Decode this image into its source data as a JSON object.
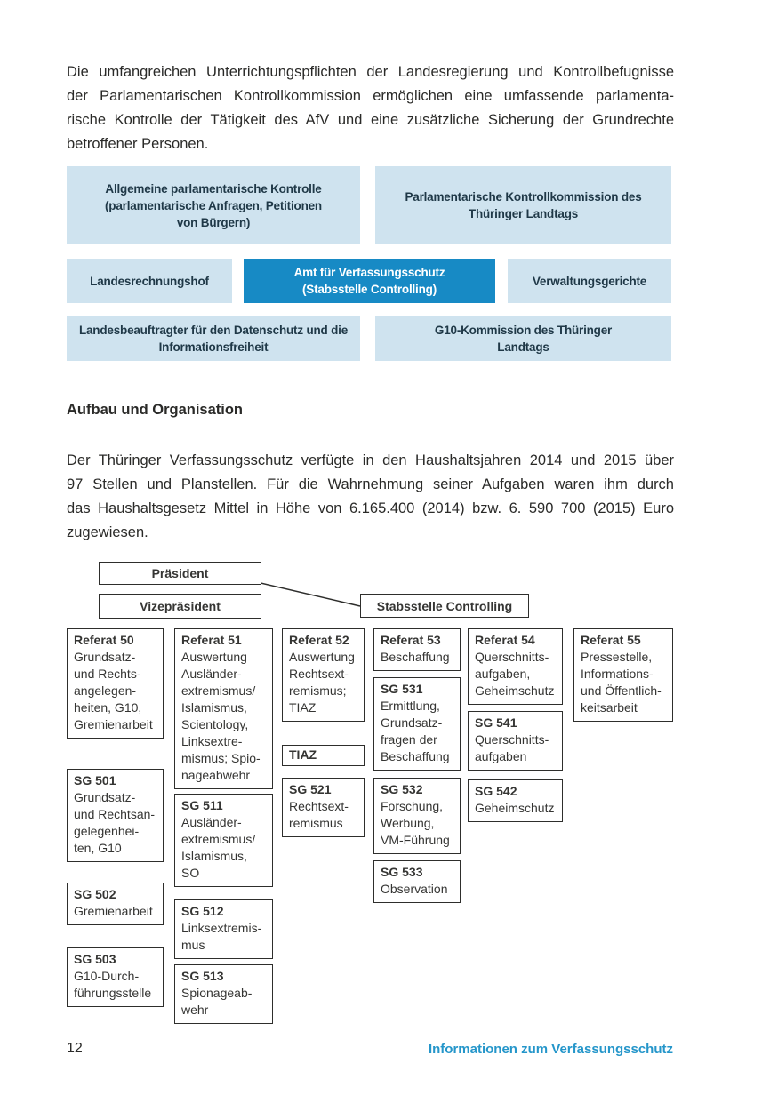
{
  "intro_paragraph": {
    "lines": [
      "Die umfangreichen Unterrichtungspflichten der Landesregierung und Kontrollbefugnisse",
      "der Parlamentarischen Kontrollkommission ermöglichen eine umfassende parlamenta-",
      "rische Kontrolle der Tätigkeit des AfV und eine zusätzliche Sicherung der Grundrechte",
      "betroffener Personen."
    ]
  },
  "control_diagram": {
    "allgemeine_kontrolle": [
      "Allgemeine parlamentarische Kontrolle",
      "(parlamentarische Anfragen, Petitionen",
      "von Bürgern)"
    ],
    "kontrollkommission": [
      "Parlamentarische Kontrollkommission des",
      "Thüringer Landtags"
    ],
    "landesrechnungshof": [
      "Landesrechnungshof"
    ],
    "amt_verfassungsschutz": [
      "Amt für Verfassungsschutz",
      "(Stabsstelle Controlling)"
    ],
    "verwaltungsgerichte": [
      "Verwaltungsgerichte"
    ],
    "datenschutzbeauftragter": [
      "Landesbeauftragter für den Datenschutz und die",
      "Informationsfreiheit"
    ],
    "g10_kommission": [
      "G10-Kommission des Thüringer",
      "Landtags"
    ]
  },
  "section": {
    "heading": "Aufbau und Organisation",
    "paragraph_lines": [
      "Der Thüringer Verfassungsschutz verfügte in den Haushaltsjahren 2014 und 2015 über",
      "97 Stellen und Planstellen. Für die Wahrnehmung seiner Aufgaben waren ihm durch",
      "das Haushaltsgesetz Mittel in Höhe von 6.165.400 (2014) bzw. 6. 590 700 (2015) Euro",
      "zugewiesen."
    ]
  },
  "org_chart": {
    "praesident": "Präsident",
    "vizepraesident": "Vizepräsident",
    "stabsstelle": "Stabsstelle Controlling",
    "referat50": {
      "title": "Referat 50",
      "lines": [
        "Grundsatz-",
        "und Rechts-",
        "angelegen-",
        "heiten, G10,",
        "Gremienarbeit"
      ]
    },
    "sg501": {
      "title": "SG 501",
      "lines": [
        "Grundsatz-",
        "und Rechtsan-",
        "gelegenhei-",
        "ten, G10"
      ]
    },
    "sg502": {
      "title": "SG 502",
      "lines": [
        "Gremienarbeit"
      ]
    },
    "sg503": {
      "title": "SG 503",
      "lines": [
        "G10-Durch-",
        "führungsstelle"
      ]
    },
    "referat51": {
      "title": "Referat 51",
      "lines": [
        "Auswertung",
        "Ausländer-",
        "extremismus/",
        "Islamismus,",
        "Scientology,",
        "Linksextre-",
        "mismus; Spio-",
        "nageabwehr"
      ]
    },
    "sg511": {
      "title": "SG 511",
      "lines": [
        "Ausländer-",
        "extremismus/",
        "Islamismus,",
        "SO"
      ]
    },
    "sg512": {
      "title": "SG 512",
      "lines": [
        "Linksextremis-",
        "mus"
      ]
    },
    "sg513": {
      "title": "SG 513",
      "lines": [
        "Spionageab-",
        "wehr"
      ]
    },
    "referat52": {
      "title": "Referat 52",
      "lines": [
        "Auswertung",
        "Rechtsext-",
        "remismus;",
        "TIAZ"
      ]
    },
    "tiaz": "TIAZ",
    "sg521": {
      "title": "SG 521",
      "lines": [
        "Rechtsext-",
        "remismus"
      ]
    },
    "referat53": {
      "title": "Referat 53",
      "lines": [
        "Beschaffung"
      ]
    },
    "sg531": {
      "title": "SG 531",
      "lines": [
        "Ermittlung,",
        "Grundsatz-",
        "fragen der",
        "Beschaffung"
      ]
    },
    "sg532": {
      "title": "SG 532",
      "lines": [
        "Forschung,",
        "Werbung,",
        "VM-Führung"
      ]
    },
    "sg533": {
      "title": "SG 533",
      "lines": [
        "Observation"
      ]
    },
    "referat54": {
      "title": "Referat 54",
      "lines": [
        "Querschnitts-",
        "aufgaben,",
        "Geheimschutz"
      ]
    },
    "sg541": {
      "title": "SG 541",
      "lines": [
        "Querschnitts-",
        "aufgaben"
      ]
    },
    "sg542": {
      "title": "SG 542",
      "lines": [
        "Geheimschutz"
      ]
    },
    "referat55": {
      "title": "Referat 55",
      "lines": [
        "Pressestelle,",
        "Informations-",
        "und Öffentlich-",
        "keitsarbeit"
      ]
    }
  },
  "footer": {
    "page_number": "12",
    "running_title": "Informationen zum Verfassungsschutz"
  },
  "colors": {
    "light_blue": "#cfe3ef",
    "accent_blue": "#178ac5",
    "footer_blue": "#2596ca",
    "text": "#2a2a28"
  }
}
